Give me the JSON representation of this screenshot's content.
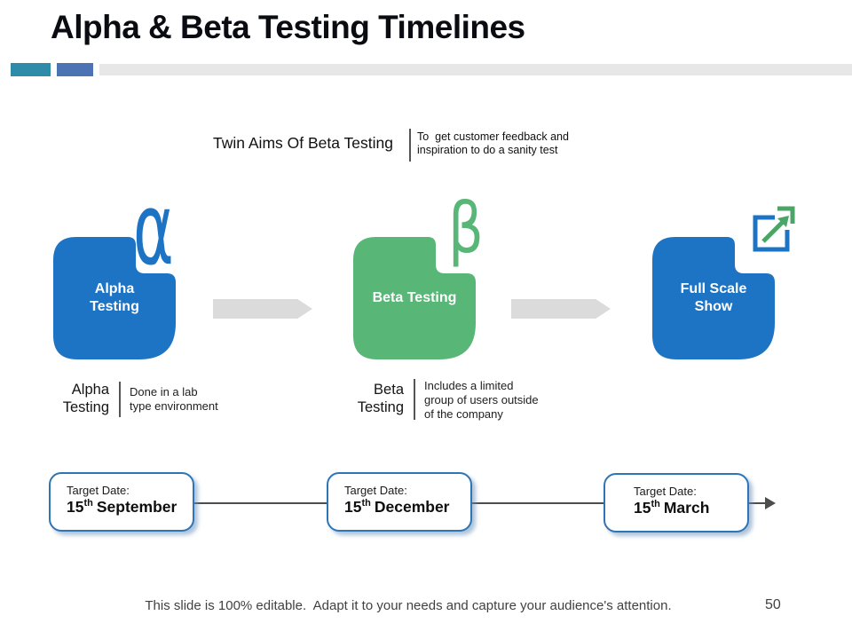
{
  "slide": {
    "title": "Alpha & Beta Testing Timelines",
    "footer": "This slide is 100% editable.  Adapt it to your needs and capture your audience's attention.",
    "page_number": "50"
  },
  "colors": {
    "stage_blue": "#1E74C4",
    "stage_green": "#58B677",
    "accent_teal": "#2E8CA8",
    "accent_blue": "#4C74B5",
    "header_rule": "#E7E7E7",
    "arrow_gray": "#DBDBDB",
    "box_border": "#2E75B6",
    "text_dark": "#1A1A1A"
  },
  "twin_aims": {
    "label": "Twin Aims Of Beta Testing",
    "description": "To  get customer feedback and\ninspiration to do a sanity test"
  },
  "stages": [
    {
      "id": "alpha",
      "label": "Alpha\nTesting",
      "glyph": "α"
    },
    {
      "id": "beta",
      "label": "Beta Testing",
      "glyph": "β"
    },
    {
      "id": "full_scale",
      "label": "Full Scale\nShow",
      "icon": "launch-icon"
    }
  ],
  "definitions": [
    {
      "term": "Alpha\nTesting",
      "description": "Done in a lab\ntype environment"
    },
    {
      "term": "Beta\nTesting",
      "description": "Includes a limited\ngroup of users outside\nof the company"
    }
  ],
  "timeline": [
    {
      "label": "Target Date:",
      "day": "15",
      "ordinal": "th",
      "month": "September"
    },
    {
      "label": "Target Date:",
      "day": "15",
      "ordinal": "th",
      "month": "December"
    },
    {
      "label": "Target Date:",
      "day": "15",
      "ordinal": "th",
      "month": "March"
    }
  ]
}
